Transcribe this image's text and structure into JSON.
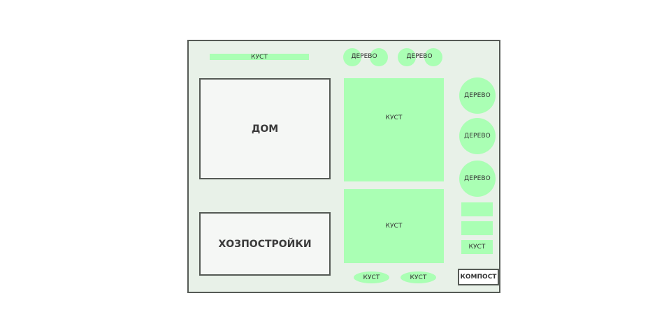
{
  "legend_colors": {
    "plot": "#e8f1e8",
    "greenery": "#aaffb4",
    "building": "#f5f7f5",
    "outline": "#555a55"
  },
  "plot": {
    "top_shrub": "КУСТ",
    "top_trees": [
      {
        "label": "ДЕРЕВО"
      },
      {
        "label": "ДЕРЕВО"
      }
    ],
    "house": "ДОМ",
    "outbuildings": "ХОЗПОСТРОЙКИ",
    "shrub_large_top": "КУСТ",
    "shrub_large_bottom": "КУСТ",
    "bottom_shrubs": [
      "КУСТ",
      "КУСТ"
    ],
    "side_trees": [
      "ДЕРЕВО",
      "ДЕРЕВО",
      "ДЕРЕВО"
    ],
    "small_shrub": "КУСТ",
    "compost": "КОМПОСТ"
  }
}
